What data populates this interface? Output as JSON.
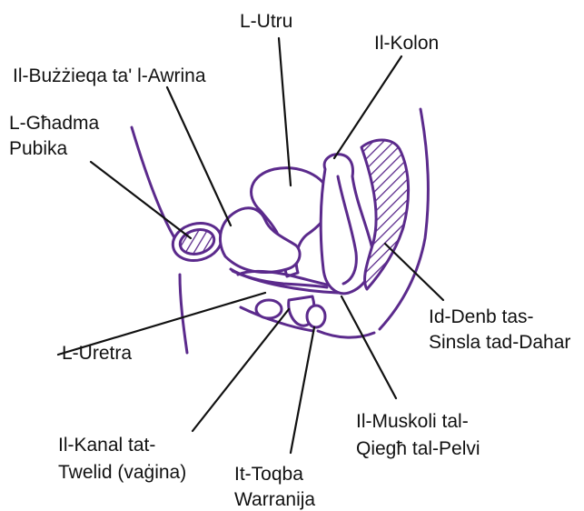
{
  "labels": {
    "uterus": "L-Utru",
    "bladder": "Il-Bużżieqa ta' l-Awrina",
    "pubic_bone_1": "L-Għadma",
    "pubic_bone_2": "Pubika",
    "colon": "Il-Kolon",
    "coccyx_1": "Id-Denb tas-",
    "coccyx_2": "Sinsla tad-Dahar",
    "urethra": "L-Uretra",
    "pelvic_floor_1": "Il-Muskoli tal-",
    "pelvic_floor_2": "Qiegħ tal-Pelvi",
    "vagina_1": "Il-Kanal tat-",
    "vagina_2": "Twelid (vaġina)",
    "anus_1": "It-Toqba",
    "anus_2": "Warranija"
  },
  "colors": {
    "anatomy_stroke": "#5b2a8c",
    "leader_lines": "#111111"
  }
}
